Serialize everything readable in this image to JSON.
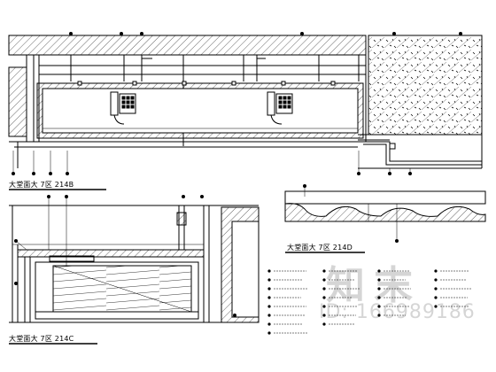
{
  "labels": {
    "elev_b": "大堂面大 7区 214B",
    "elev_c": "大堂面大 7区 214C",
    "elev_d": "大堂面大 7区 214D"
  },
  "watermark": {
    "brand": "知末",
    "id": "ID: 166989186"
  }
}
